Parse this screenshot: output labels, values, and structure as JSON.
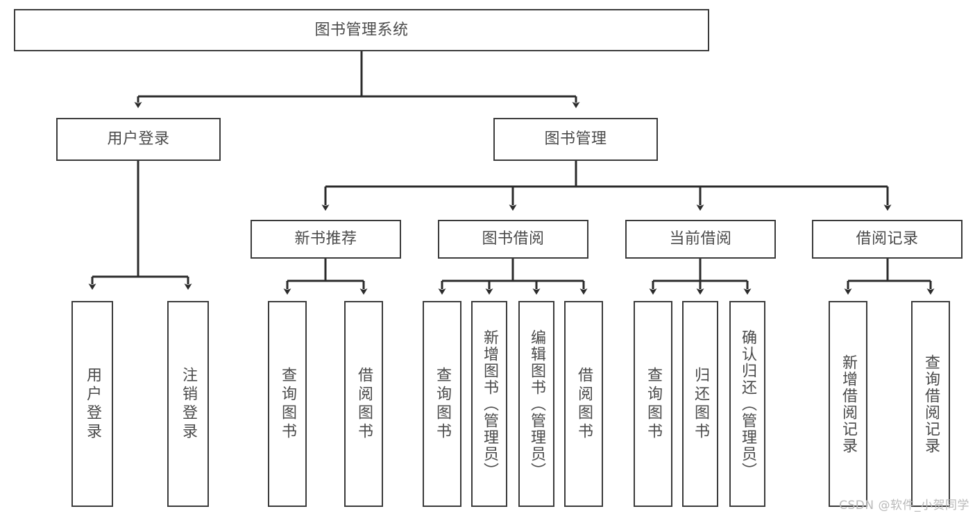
{
  "diagram": {
    "title": "图书管理系统",
    "type": "tree-hierarchy",
    "orientation": "top-down",
    "colors": {
      "background": "#ffffff",
      "node_border": "#3a3a3a",
      "node_fill": "#ffffff",
      "label_text": "#4a4a4a",
      "edge": "#2b2b2b",
      "watermark": "#b9b9b9"
    }
  },
  "watermark": {
    "text": "CSDN @软件_小贺同学"
  },
  "nodes": {
    "root": {
      "label": "图书管理系统"
    },
    "level2": [
      {
        "id": "user-login",
        "label": "用户登录"
      },
      {
        "id": "book-manage",
        "label": "图书管理"
      }
    ],
    "level3": [
      {
        "id": "new-book-recommend",
        "label": "新书推荐"
      },
      {
        "id": "book-borrow",
        "label": "图书借阅"
      },
      {
        "id": "current-borrow",
        "label": "当前借阅"
      },
      {
        "id": "borrow-record",
        "label": "借阅记录"
      }
    ],
    "leaves": [
      {
        "id": "leaf-user-login",
        "label": "用户登录",
        "parent": "user-login"
      },
      {
        "id": "leaf-user-logout",
        "label": "注销登录",
        "parent": "user-login"
      },
      {
        "id": "leaf-query-book-1",
        "label": "查询图书",
        "parent": "new-book-recommend"
      },
      {
        "id": "leaf-borrow-book-1",
        "label": "借阅图书",
        "parent": "new-book-recommend"
      },
      {
        "id": "leaf-query-book-2",
        "label": "查询图书",
        "parent": "book-borrow"
      },
      {
        "id": "leaf-add-book",
        "label": "新增图书（管理员）",
        "parent": "book-borrow"
      },
      {
        "id": "leaf-edit-book",
        "label": "编辑图书（管理员）",
        "parent": "book-borrow"
      },
      {
        "id": "leaf-borrow-book-2",
        "label": "借阅图书",
        "parent": "book-borrow"
      },
      {
        "id": "leaf-query-book-3",
        "label": "查询图书",
        "parent": "current-borrow"
      },
      {
        "id": "leaf-return-book",
        "label": "归还图书",
        "parent": "current-borrow"
      },
      {
        "id": "leaf-confirm-return",
        "label": "确认归还（管理员）",
        "parent": "current-borrow"
      },
      {
        "id": "leaf-add-record",
        "label": "新增借阅记录",
        "parent": "borrow-record"
      },
      {
        "id": "leaf-query-record",
        "label": "查询借阅记录",
        "parent": "borrow-record"
      }
    ]
  }
}
